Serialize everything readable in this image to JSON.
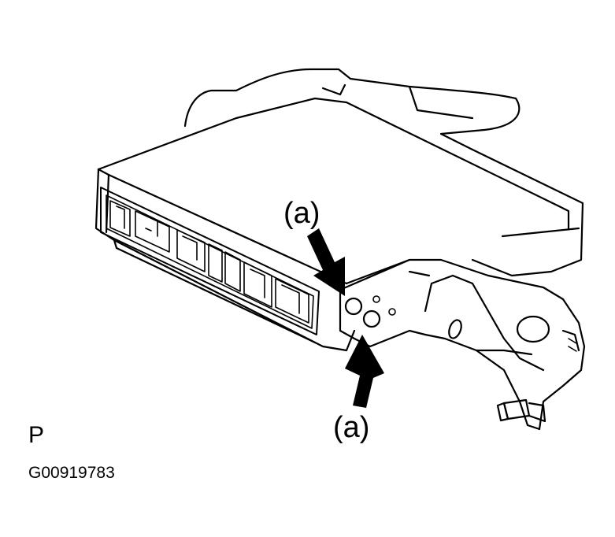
{
  "callouts": {
    "top": "(a)",
    "bottom": "(a)"
  },
  "view_code": "P",
  "figure_id": "G00919783",
  "colors": {
    "line": "#000000",
    "background": "#ffffff"
  }
}
